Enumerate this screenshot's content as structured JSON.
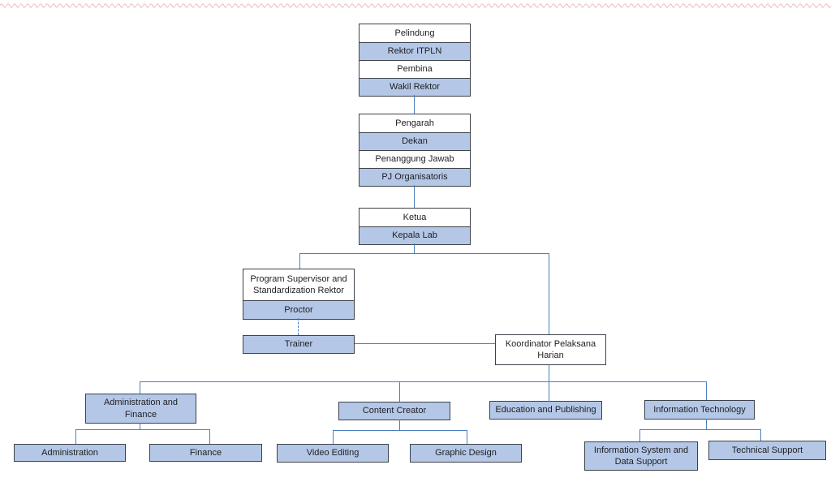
{
  "diagram": {
    "type": "org-chart",
    "colors": {
      "node_fill_blue": "#b4c7e7",
      "node_fill_white": "#ffffff",
      "node_border": "#3d424a",
      "connector_blue": "#4a7ebf",
      "top_squiggle_red": "#c0504d"
    },
    "stacks": {
      "pelindung_group": {
        "rows": [
          {
            "label": "Pelindung"
          },
          {
            "label": "Rektor ITPLN"
          },
          {
            "label": "Pembina"
          },
          {
            "label": "Wakil Rektor"
          }
        ]
      },
      "pengarah_group": {
        "rows": [
          {
            "label": "Pengarah"
          },
          {
            "label": "Dekan"
          },
          {
            "label": "Penanggung Jawab"
          },
          {
            "label": "PJ Organisatoris"
          }
        ]
      },
      "ketua_group": {
        "rows": [
          {
            "label": "Ketua"
          },
          {
            "label": "Kepala Lab"
          }
        ]
      },
      "supervisor_group": {
        "rows": [
          {
            "label": "Program Supervisor and Standardization Rektor"
          },
          {
            "label": "Proctor"
          }
        ]
      }
    },
    "nodes": {
      "trainer": {
        "label": "Trainer"
      },
      "koordinator": {
        "label": "Koordinator Pelaksana Harian"
      },
      "admin_finance": {
        "label": "Administration and Finance"
      },
      "content_creator": {
        "label": "Content Creator"
      },
      "education_publishing": {
        "label": "Education and Publishing"
      },
      "information_technology": {
        "label": "Information Technology"
      },
      "administration": {
        "label": "Administration"
      },
      "finance": {
        "label": "Finance"
      },
      "video_editing": {
        "label": "Video Editing"
      },
      "graphic_design": {
        "label": "Graphic Design"
      },
      "information_system": {
        "label": "Information System and Data Support"
      },
      "technical_support": {
        "label": "Technical Support"
      }
    },
    "edges": [
      {
        "from": "Wakil Rektor",
        "to": "Pengarah",
        "style": "solid"
      },
      {
        "from": "PJ Organisatoris",
        "to": "Ketua",
        "style": "solid"
      },
      {
        "from": "Kepala Lab",
        "to": "Program Supervisor and Standardization Rektor",
        "style": "solid"
      },
      {
        "from": "Kepala Lab",
        "to": "Koordinator Pelaksana Harian",
        "style": "solid"
      },
      {
        "from": "Proctor",
        "to": "Trainer",
        "style": "dashed"
      },
      {
        "from": "Trainer",
        "to": "Koordinator Pelaksana Harian",
        "style": "solid"
      },
      {
        "from": "Koordinator Pelaksana Harian",
        "to": "Administration and Finance",
        "style": "solid"
      },
      {
        "from": "Koordinator Pelaksana Harian",
        "to": "Content Creator",
        "style": "solid"
      },
      {
        "from": "Koordinator Pelaksana Harian",
        "to": "Education and Publishing",
        "style": "solid"
      },
      {
        "from": "Koordinator Pelaksana Harian",
        "to": "Information Technology",
        "style": "solid"
      },
      {
        "from": "Administration and Finance",
        "to": "Administration",
        "style": "solid"
      },
      {
        "from": "Administration and Finance",
        "to": "Finance",
        "style": "solid"
      },
      {
        "from": "Content Creator",
        "to": "Video Editing",
        "style": "solid"
      },
      {
        "from": "Content Creator",
        "to": "Graphic Design",
        "style": "solid"
      },
      {
        "from": "Information Technology",
        "to": "Information System and Data Support",
        "style": "solid"
      },
      {
        "from": "Information Technology",
        "to": "Technical Support",
        "style": "solid"
      }
    ]
  }
}
